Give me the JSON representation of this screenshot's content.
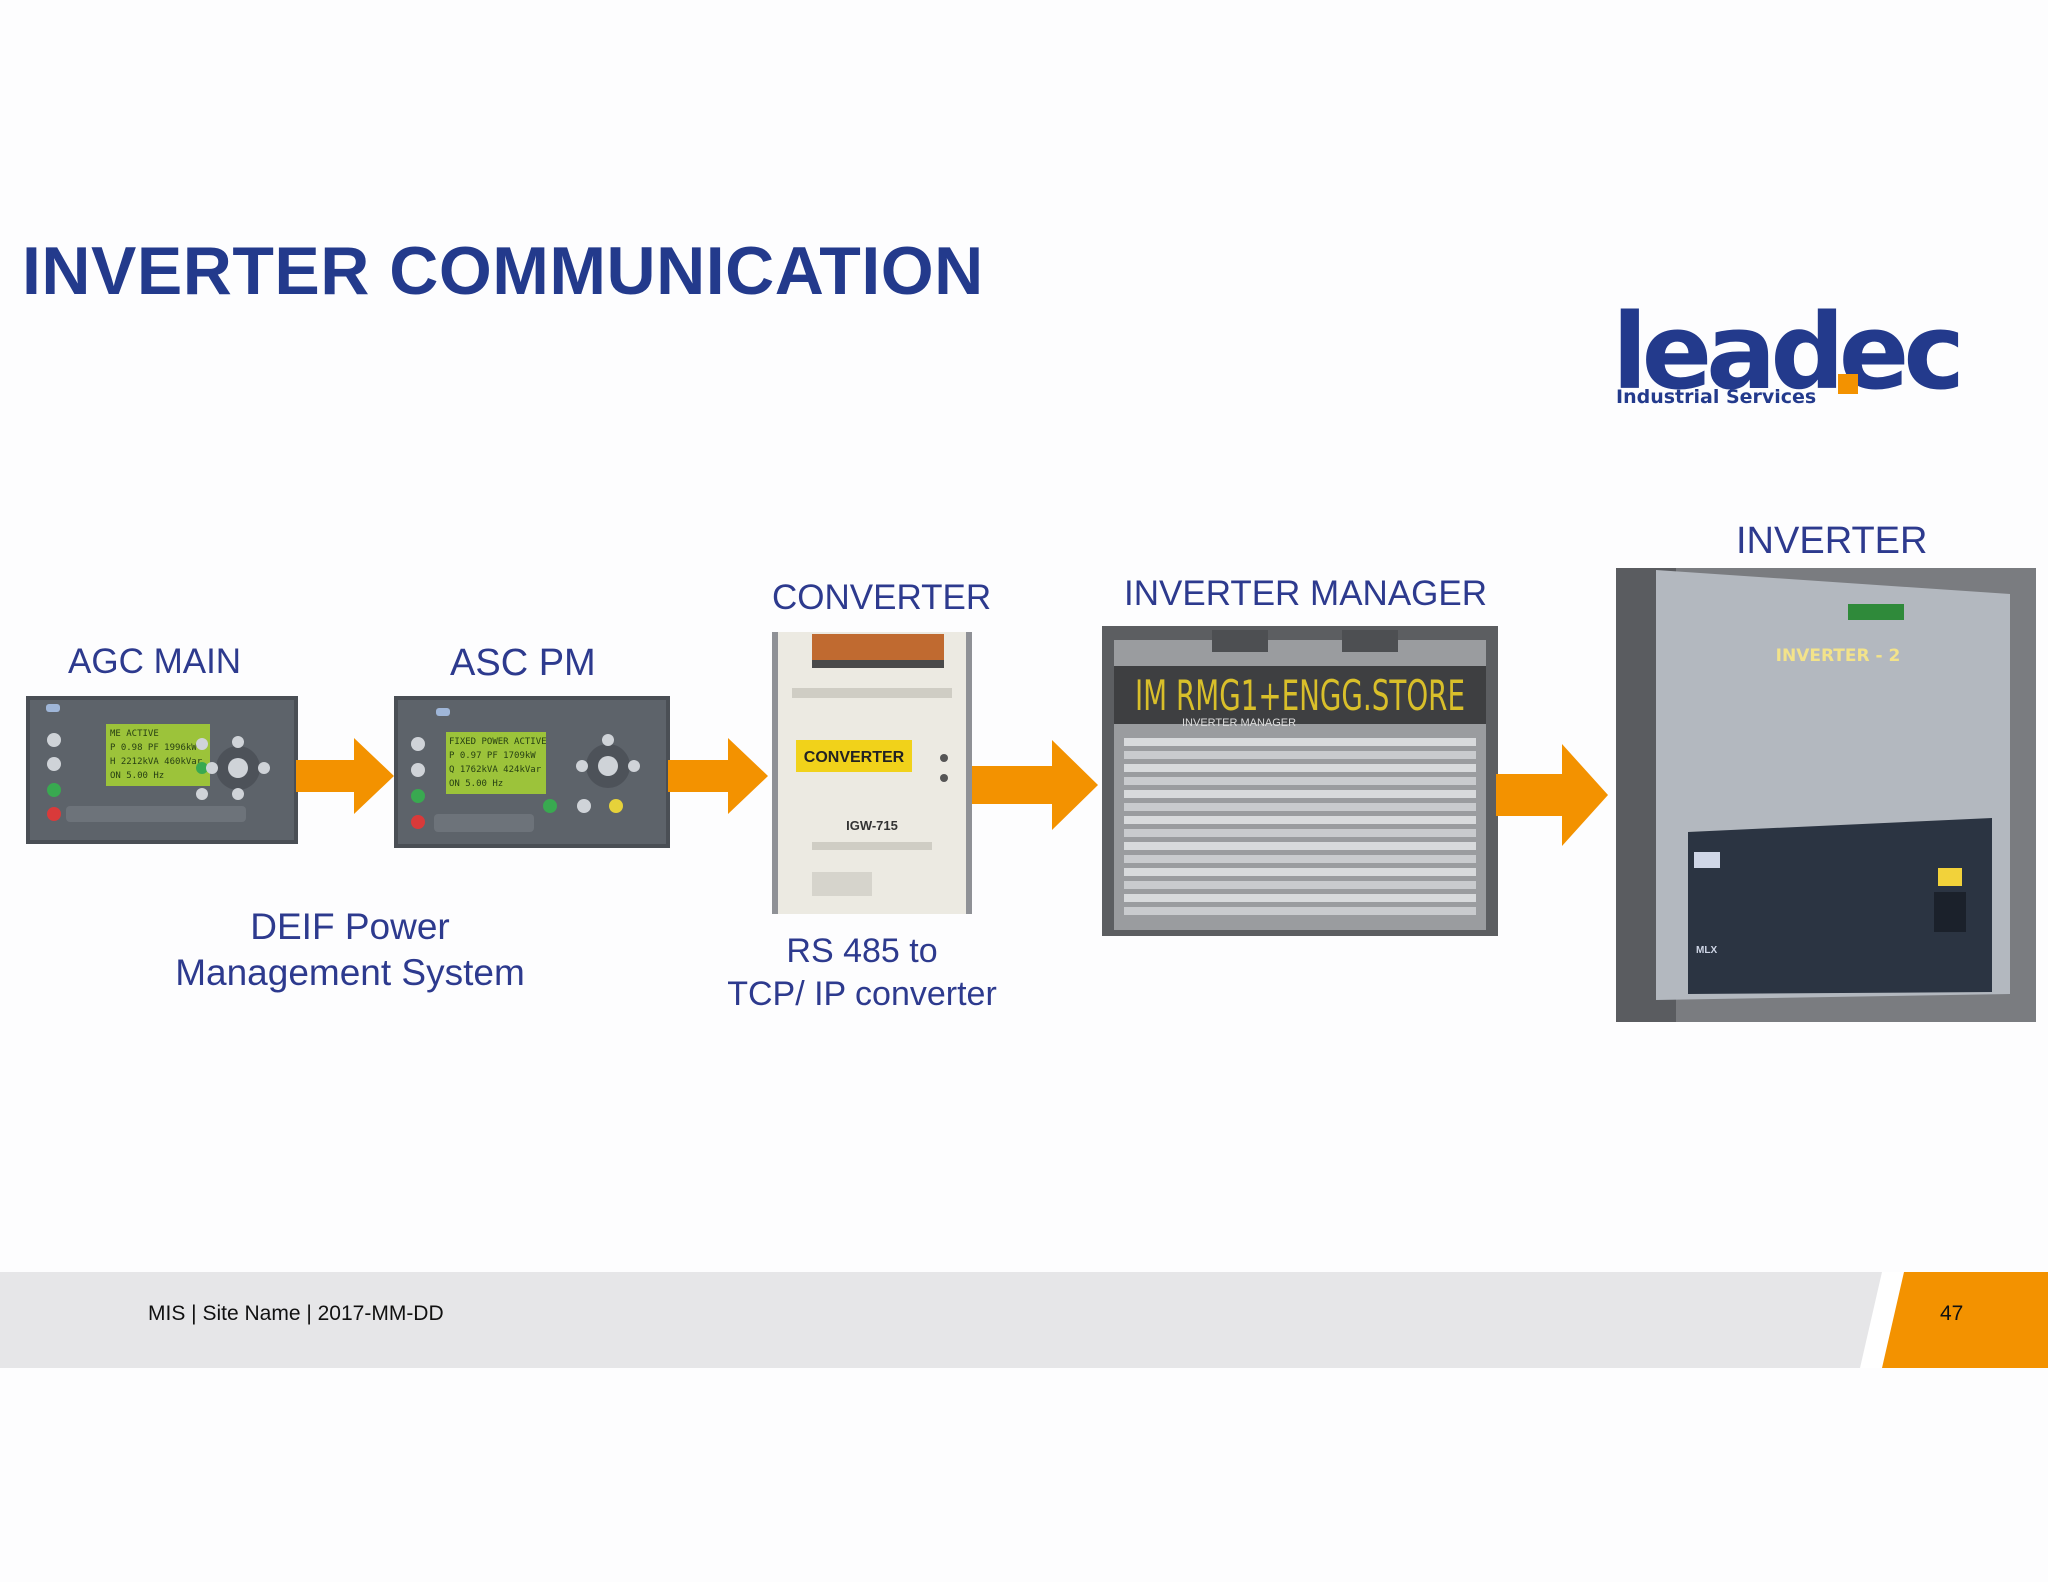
{
  "slide": {
    "title": "INVERTER COMMUNICATION"
  },
  "logo": {
    "word": "leadec",
    "subtitle": "Industrial Services",
    "colors": {
      "primary": "#233a8c",
      "accent": "#f39200"
    }
  },
  "diagram": {
    "nodes": [
      {
        "id": "agc-main",
        "label": "AGC MAIN",
        "icon": "deif-controller-panel-image",
        "screen_text": [
          "ME ACTIVE",
          "P 0.98 PF 1996kW",
          "H 2212kVA 460kVar",
          "ON 5.00 Hz"
        ]
      },
      {
        "id": "asc-pm",
        "label": "ASC PM",
        "icon": "deif-controller-panel-image",
        "screen_text": [
          "FIXED POWER ACTIVE",
          "P 0.97 PF 1709kW",
          "Q 1762kVA 424kVar",
          "ON 5.00 Hz"
        ]
      },
      {
        "id": "converter",
        "label": "CONVERTER",
        "icon": "rs485-converter-image",
        "device_text": [
          "CONVERTER",
          "IGW-715"
        ]
      },
      {
        "id": "inverter-manager",
        "label": "INVERTER MANAGER",
        "icon": "inverter-manager-image",
        "device_text": [
          "IM RMG1+ENGG.STORE",
          "INVERTER MANAGER"
        ]
      },
      {
        "id": "inverter",
        "label": "INVERTER",
        "icon": "sma-inverter-image",
        "device_text": [
          "INVERTER - 2",
          "MLX"
        ]
      }
    ],
    "captions": {
      "deif": [
        "DEIF Power",
        "Management System"
      ],
      "converter": [
        "RS 485 to",
        "TCP/ IP converter"
      ]
    },
    "arrow_color": "#f39200"
  },
  "footer": {
    "text": "MIS |  Site Name  |  2017-MM-DD",
    "page_number": "47",
    "band_color": "#e6e6e8",
    "accent_color": "#f39200"
  }
}
